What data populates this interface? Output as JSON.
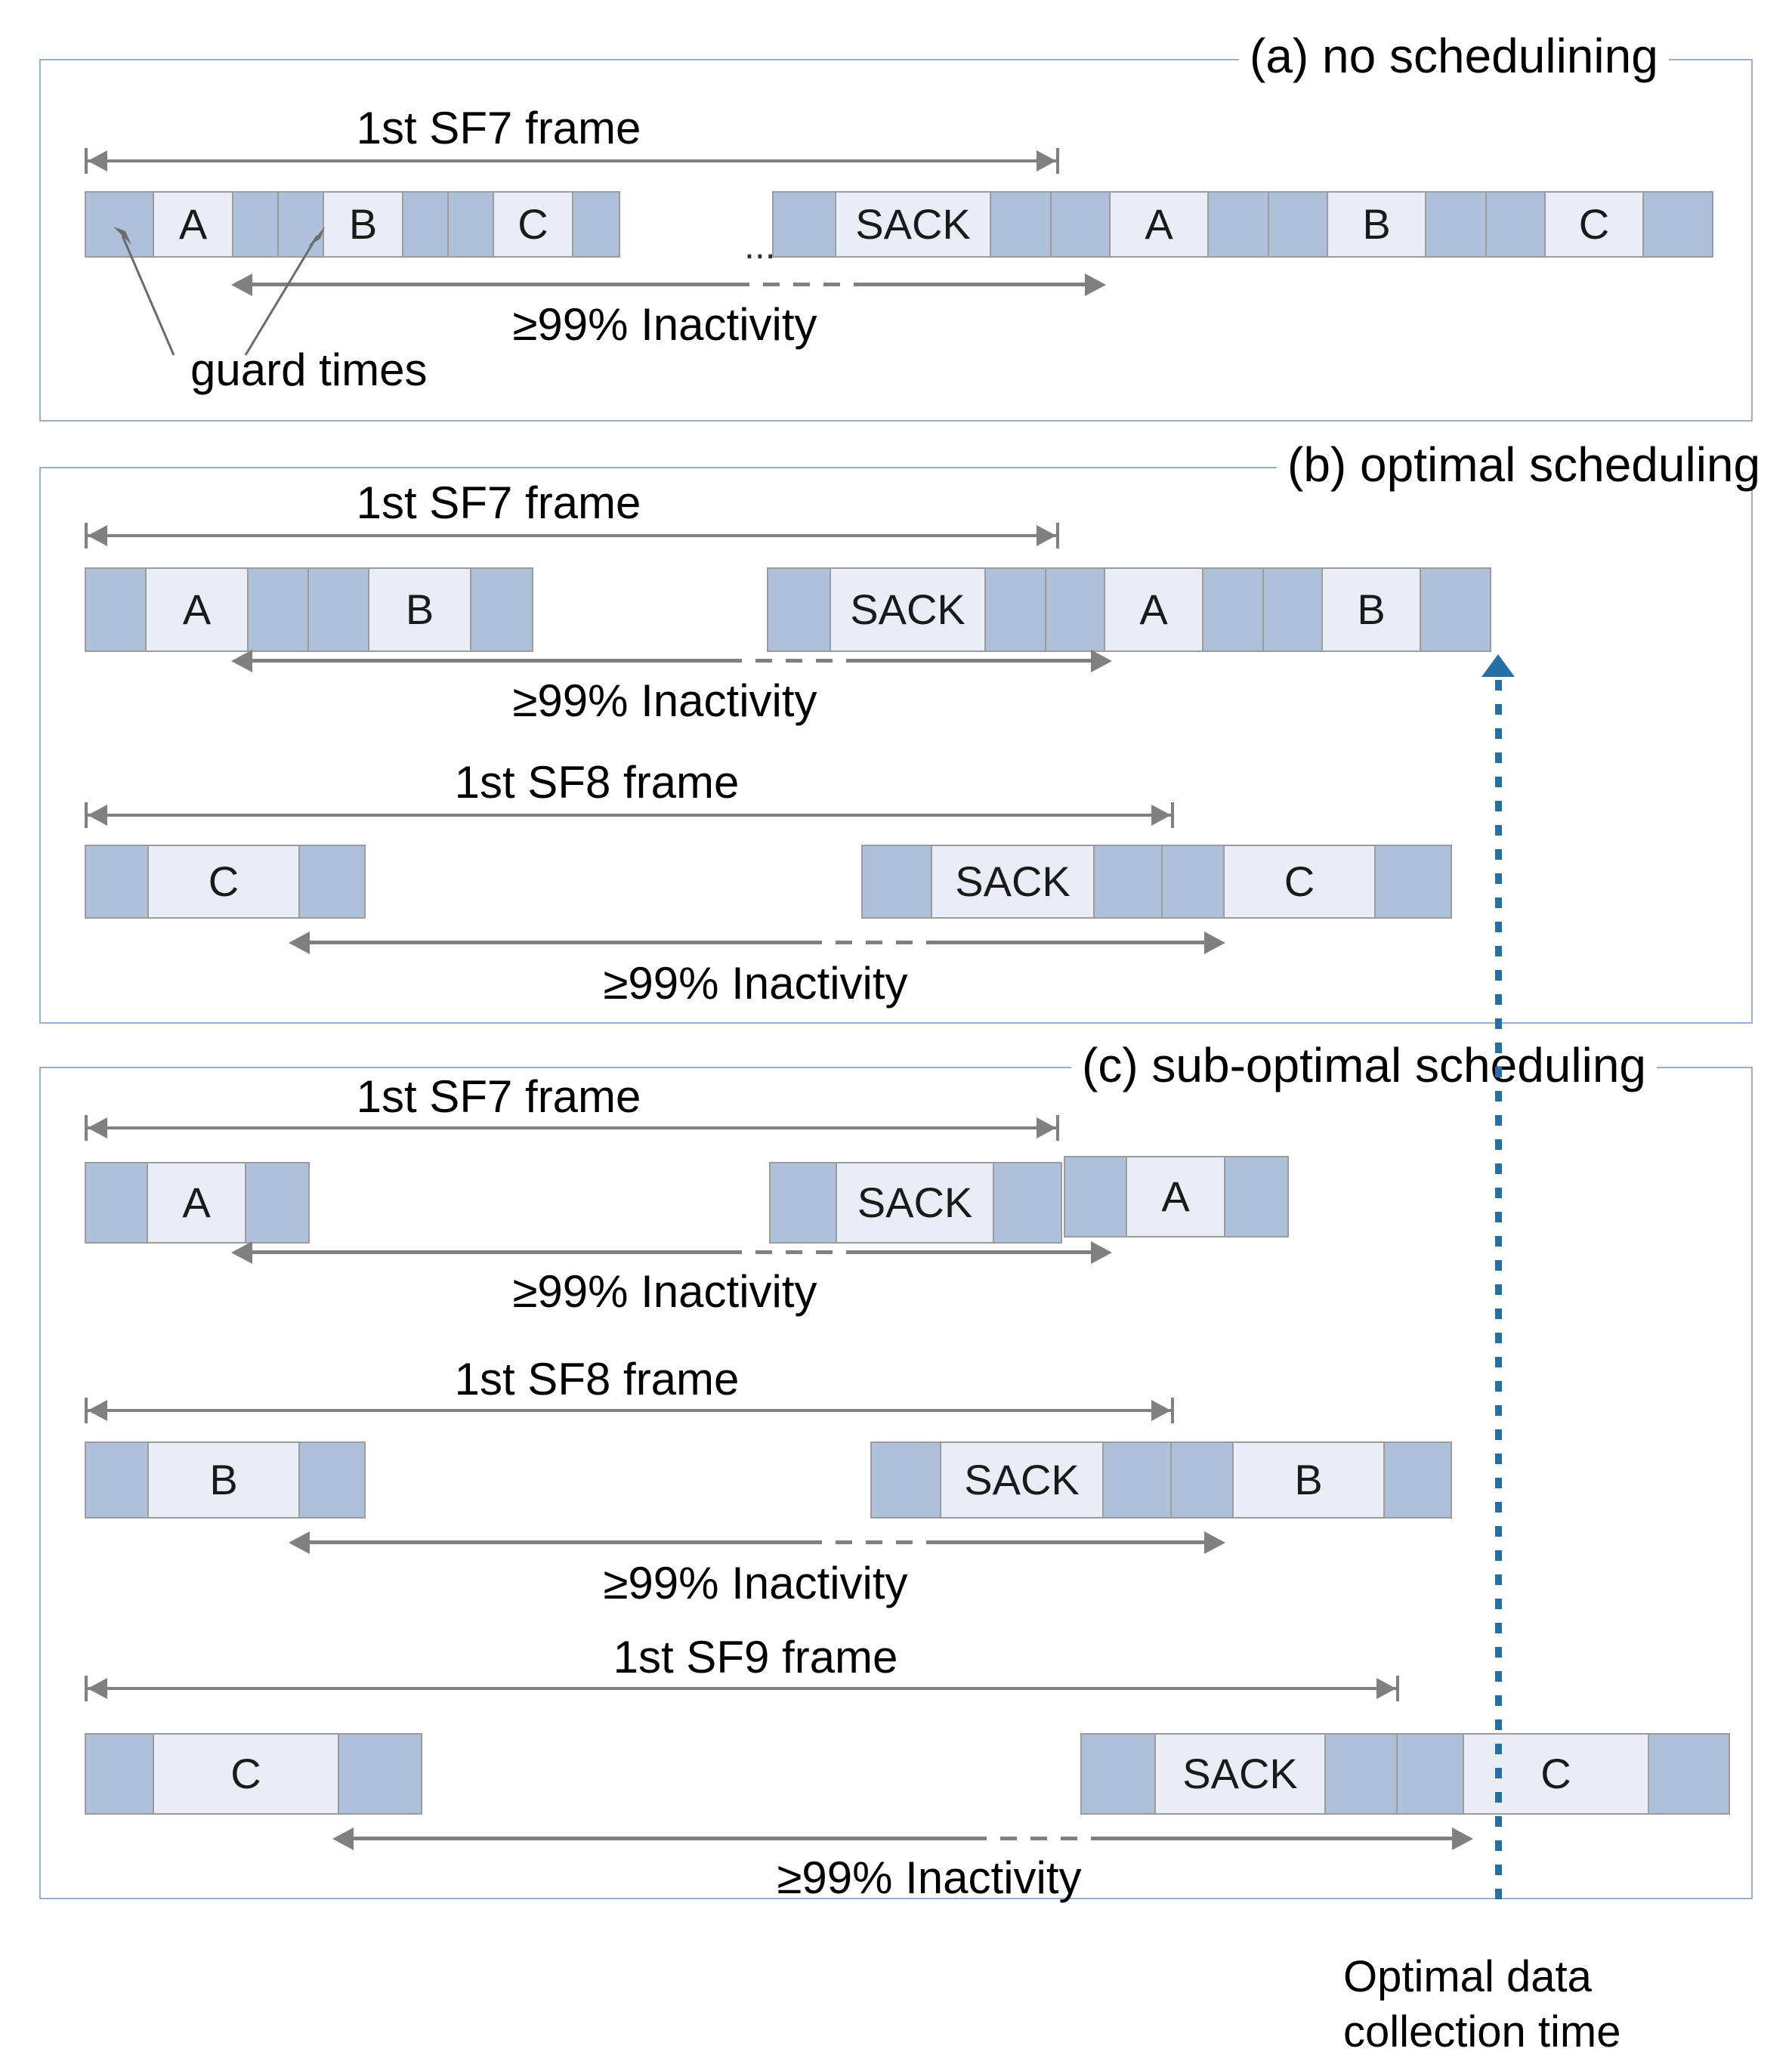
{
  "figure": {
    "title_a": "(a) no schedulining",
    "title_b": "(b) optimal scheduling",
    "title_c": "(c) sub-optimal scheduling",
    "optimal_marker_label": "Optimal data\ncollection time",
    "guard_times_label": "guard times",
    "inactivity_label": "≥99% Inactivity",
    "ellipsis": "...",
    "colors": {
      "guard_block": "#AFC0DB",
      "payload_block": "#E9EDF6",
      "block_border": "#9C9C9C",
      "panel_border": "#9AAFCB",
      "arrow": "#808080",
      "marker_line": "#2470A4"
    }
  },
  "frames": {
    "sf7": "1st SF7 frame",
    "sf8": "1st SF8 frame",
    "sf9": "1st SF9 frame"
  },
  "labels": {
    "A": "A",
    "B": "B",
    "C": "C",
    "SACK": "SACK",
    "empty": ""
  },
  "chart_data": {
    "type": "timeline",
    "description": "LoRaWAN spreading-factor frame scheduling timelines comparing no scheduling, optimal scheduling and sub-optimal scheduling",
    "panels": [
      {
        "id": "a",
        "title": "(a) no schedulining",
        "rows": [
          {
            "frame_label": "1st SF7 frame",
            "groups": [
              {
                "cells": [
                  "",
                  "A",
                  "",
                  "",
                  "B",
                  "",
                  "",
                  "C",
                  ""
                ]
              },
              {
                "cells": [
                  "",
                  "SACK",
                  "",
                  "",
                  "A",
                  "",
                  "",
                  "B",
                  "",
                  "",
                  "C",
                  ""
                ]
              }
            ],
            "inactivity": "≥99% Inactivity"
          }
        ],
        "annotations": [
          "guard times"
        ]
      },
      {
        "id": "b",
        "title": "(b) optimal scheduling",
        "rows": [
          {
            "frame_label": "1st SF7 frame",
            "groups": [
              {
                "cells": [
                  "",
                  "A",
                  "",
                  "",
                  "B",
                  ""
                ]
              },
              {
                "cells": [
                  "",
                  "SACK",
                  "",
                  "",
                  "A",
                  "",
                  "",
                  "B",
                  ""
                ]
              }
            ],
            "inactivity": "≥99% Inactivity"
          },
          {
            "frame_label": "1st SF8 frame",
            "groups": [
              {
                "cells": [
                  "",
                  "C",
                  ""
                ]
              },
              {
                "cells": [
                  "",
                  "SACK",
                  "",
                  "",
                  "C",
                  ""
                ]
              }
            ],
            "inactivity": "≥99% Inactivity"
          }
        ]
      },
      {
        "id": "c",
        "title": "(c) sub-optimal scheduling",
        "rows": [
          {
            "frame_label": "1st SF7 frame",
            "groups": [
              {
                "cells": [
                  "",
                  "A",
                  ""
                ]
              },
              {
                "cells": [
                  "",
                  "SACK",
                  ""
                ]
              },
              {
                "cells": [
                  "",
                  "A",
                  ""
                ]
              }
            ],
            "inactivity": "≥99% Inactivity"
          },
          {
            "frame_label": "1st SF8 frame",
            "groups": [
              {
                "cells": [
                  "",
                  "B",
                  ""
                ]
              },
              {
                "cells": [
                  "",
                  "SACK",
                  "",
                  "",
                  "B",
                  ""
                ]
              }
            ],
            "inactivity": "≥99% Inactivity"
          },
          {
            "frame_label": "1st SF9 frame",
            "groups": [
              {
                "cells": [
                  "",
                  "C",
                  ""
                ]
              },
              {
                "cells": [
                  "",
                  "SACK",
                  "",
                  "",
                  "C",
                  ""
                ]
              }
            ],
            "inactivity": "≥99% Inactivity"
          }
        ],
        "marker": "Optimal data collection time"
      }
    ]
  }
}
